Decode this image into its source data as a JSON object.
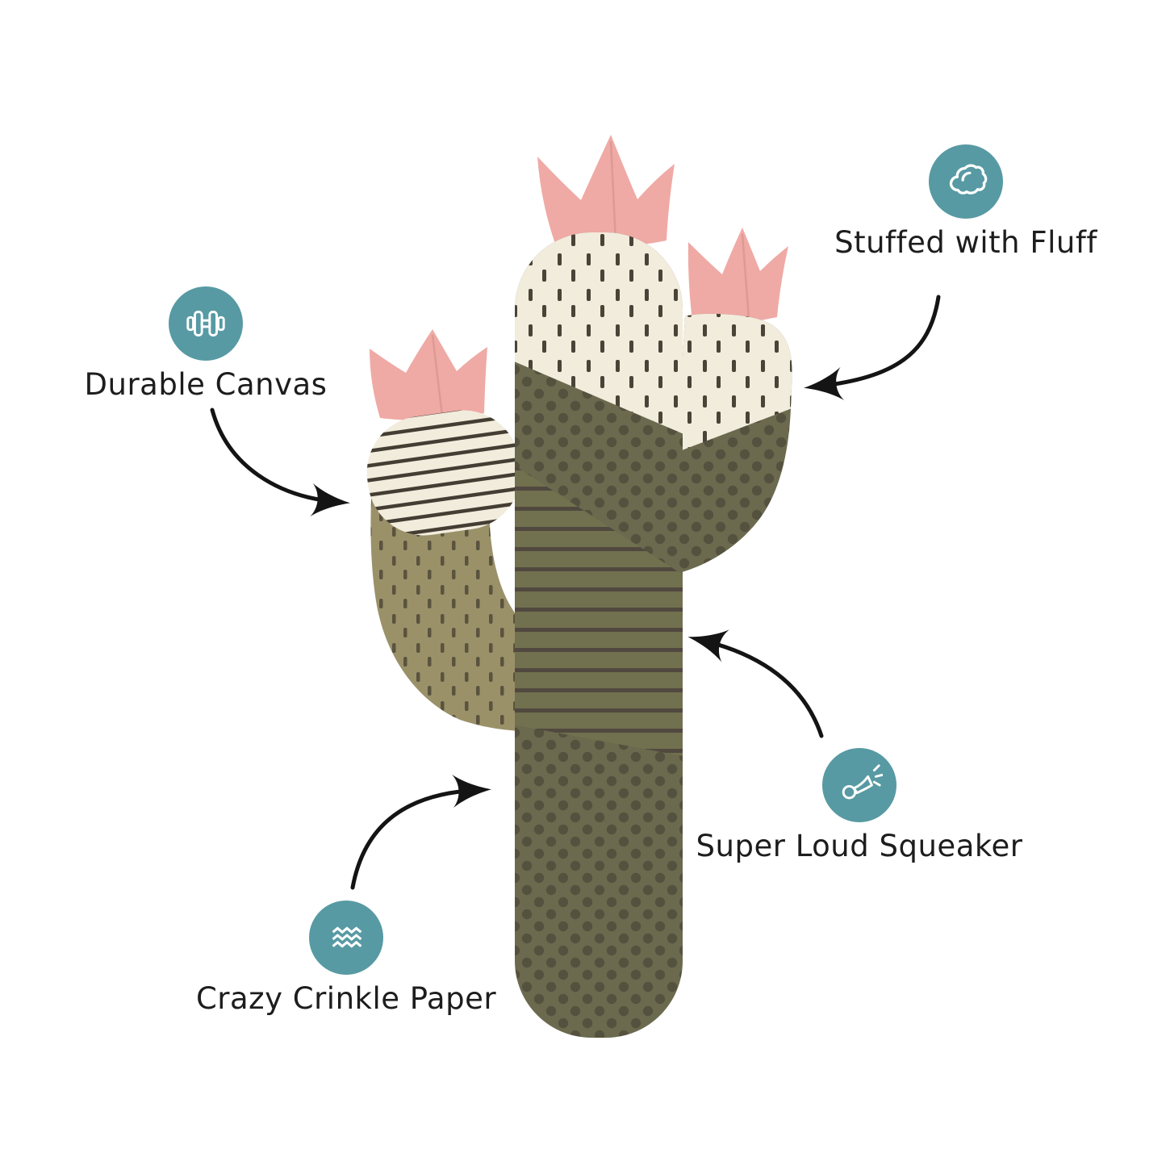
{
  "page": {
    "background_color": "#ffffff",
    "description": "Product feature infographic of a plush cactus dog toy with annotated callouts and hand-drawn arrows",
    "subject": "Plush saguaro cactus toy: olive canvas with polka dots and stripes, cream dashed sections, pink flower tops"
  },
  "features": [
    {
      "label": "Stuffed with Fluff",
      "icon": "fluff-cloud-icon"
    },
    {
      "label": "Durable Canvas",
      "icon": "dumbbell-icon"
    },
    {
      "label": "Super Loud Squeaker",
      "icon": "squeaker-horn-icon"
    },
    {
      "label": "Crazy Crinkle Paper",
      "icon": "crinkle-zigzag-icon"
    }
  ],
  "colors": {
    "accent_teal": "#579aa3",
    "icon_glyph_white": "#ffffff",
    "arrow_black": "#141414",
    "text_color": "#1d1d1d",
    "cactus_olive_dark": "#6b6a4e",
    "cactus_olive_stripe_base": "#71704f",
    "cactus_khaki": "#9a9169",
    "cactus_cream": "#f2ecdd",
    "cactus_pink": "#efaaa5",
    "pattern_dark_dot": "#54523e",
    "pattern_dark_stripe": "#51493f",
    "pattern_dark_dash": "#4a4338"
  }
}
